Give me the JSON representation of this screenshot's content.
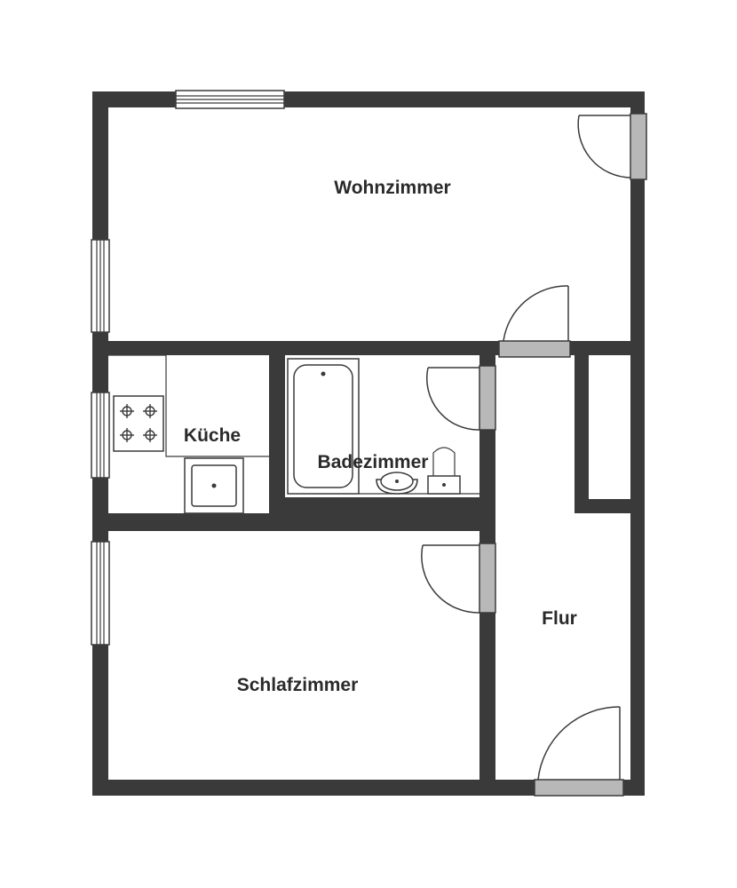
{
  "floorplan": {
    "rooms": {
      "wohnzimmer": "Wohnzimmer",
      "kueche": "Küche",
      "badezimmer": "Badezimmer",
      "flur": "Flur",
      "schlafzimmer": "Schlafzimmer"
    }
  },
  "colors": {
    "wall": "#3a3a3a",
    "door_panel": "#b8b8b8",
    "background": "#ffffff"
  }
}
